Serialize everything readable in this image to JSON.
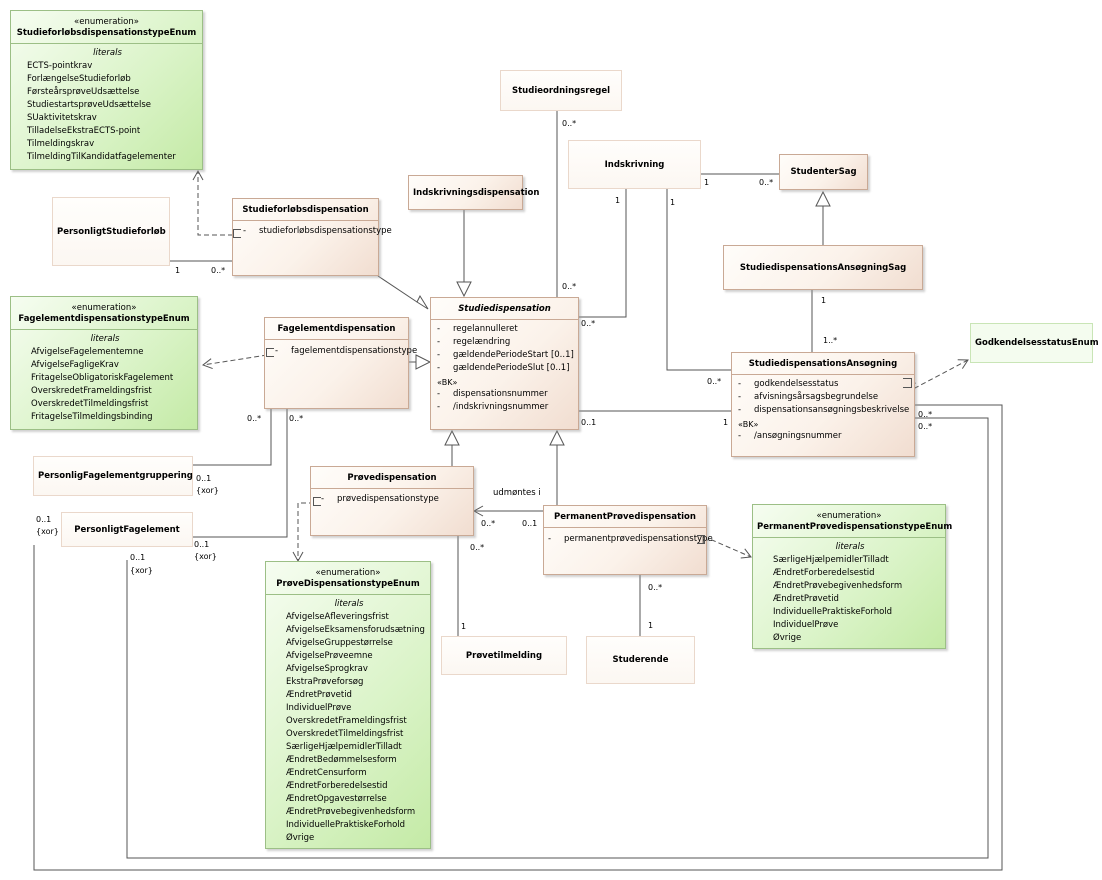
{
  "stereotypes": {
    "enumeration": "«enumeration»",
    "literals": "literals",
    "bk": "«BK»"
  },
  "classes": {
    "studieforloebsdispensationstype_enum": {
      "name": "StudieforløbsdispensationstypeEnum",
      "literals": [
        "ECTS-pointkrav",
        "ForlængelseStudieforløb",
        "FørsteårsprøveUdsættelse",
        "StudiestartsprøveUdsættelse",
        "SUaktivitetskrav",
        "TilladelseEkstraECTS-point",
        "Tilmeldingskrav",
        "TilmeldingTilKandidatfagelementer"
      ]
    },
    "personligt_studieforloeb": {
      "name": "PersonligtStudieforløb"
    },
    "studieforloebsdispensation": {
      "name": "Studieforløbsdispensation",
      "attributes": [
        {
          "vis": "-",
          "name": "studieforløbsdispensationstype"
        }
      ]
    },
    "indskrivningsdispensation": {
      "name": "Indskrivningsdispensation"
    },
    "studieordningsregel": {
      "name": "Studieordningsregel"
    },
    "indskrivning": {
      "name": "Indskrivning"
    },
    "studentersag": {
      "name": "StudenterSag"
    },
    "studiedispensationsansoegningsag": {
      "name": "StudiedispensationsAnsøgningSag"
    },
    "godkendelsesstatus_enum": {
      "name": "GodkendelsesstatusEnum"
    },
    "fagelementdispensationstype_enum": {
      "name": "FagelementdispensationstypeEnum",
      "literals": [
        "AfvigelseFagelementemne",
        "AfvigelseFagligeKrav",
        "FritagelseObligatoriskFagelement",
        "OverskredetFrameldingsfrist",
        "OverskredetTilmeldingsfrist",
        "FritagelseTilmeldingsbinding"
      ]
    },
    "fagelementdispensation": {
      "name": "Fagelementdispensation",
      "attributes": [
        {
          "vis": "-",
          "name": "fagelementdispensationstype"
        }
      ]
    },
    "studiedispensation": {
      "name": "Studiedispensation",
      "attributes": [
        {
          "vis": "-",
          "name": "regelannulleret"
        },
        {
          "vis": "-",
          "name": "regelændring"
        },
        {
          "vis": "-",
          "name": "gældendePeriodeStart [0..1]"
        },
        {
          "vis": "-",
          "name": "gældendePeriodeSlut [0..1]"
        }
      ],
      "bk_attributes": [
        {
          "vis": "-",
          "name": "dispensationsnummer"
        },
        {
          "vis": "-",
          "name": "/indskrivningsnummer"
        }
      ]
    },
    "studiedispensationsansoegning": {
      "name": "StudiedispensationsAnsøgning",
      "attributes": [
        {
          "vis": "-",
          "name": "godkendelsesstatus"
        },
        {
          "vis": "-",
          "name": "afvisningsårsagsbegrundelse"
        },
        {
          "vis": "-",
          "name": "dispensationsansøgningsbeskrivelse"
        }
      ],
      "bk_attributes": [
        {
          "vis": "-",
          "name": "/ansøgningsnummer"
        }
      ]
    },
    "personlig_fagelementgruppering": {
      "name": "PersonligFagelementgruppering"
    },
    "personligt_fagelement": {
      "name": "PersonligtFagelement"
    },
    "proevedispensation": {
      "name": "Prøvedispensation",
      "attributes": [
        {
          "vis": "-",
          "name": "prøvedispensationstype"
        }
      ]
    },
    "permanent_proevedispensation": {
      "name": "PermanentPrøvedispensation",
      "attributes": [
        {
          "vis": "-",
          "name": "permanentprøvedispensationstype"
        }
      ]
    },
    "permanent_proevedispensationstype_enum": {
      "name": "PermanentPrøvedispensationstypeEnum",
      "literals": [
        "SærligeHjælpemidlerTilladt",
        "ÆndretForberedelsestid",
        "ÆndretPrøvebegivenhedsform",
        "ÆndretPrøvetid",
        "IndividuellePraktiskeForhold",
        "IndividuelPrøve",
        "Øvrige"
      ]
    },
    "proevedispensationstype_enum": {
      "name": "PrøveDispensationstypeEnum",
      "literals": [
        "AfvigelseAfleveringsfrist",
        "AfvigelseEksamensforudsætning",
        "AfvigelseGruppestørrelse",
        "AfvigelsePrøveemne",
        "AfvigelseSprogkrav",
        "EkstraPrøveforsøg",
        "ÆndretPrøvetid",
        "IndividuelPrøve",
        "OverskredetFrameldingsfrist",
        "OverskredetTilmeldingsfrist",
        "SærligeHjælpemidlerTilladt",
        "ÆndretBedømmelsesform",
        "ÆndretCensurform",
        "ÆndretForberedelsestid",
        "ÆndretOpgavestørrelse",
        "ÆndretPrøvebegivenhedsform",
        "IndividuellePraktiskeForhold",
        "Øvrige"
      ]
    },
    "proevetilmelding": {
      "name": "Prøvetilmelding"
    },
    "studerende": {
      "name": "Studerende"
    }
  },
  "labels": {
    "m_stu_pers_1": "1",
    "m_stu_pers_0n": "0..*",
    "m_ordregel_0n": "0..*",
    "m_ordregel_sd_0n": "0..*",
    "m_indskr_1a": "1",
    "m_indskr_0n": "0..*",
    "m_indskr_sd_1": "1",
    "m_indskr_sd_0n": "0..*",
    "m_indskr_ans_1": "1",
    "m_indskr_ans_0n": "0..*",
    "m_sag_1": "1",
    "m_sag_1n": "1..*",
    "m_sd_ans_01": "0..1",
    "m_sd_ans_1": "1",
    "m_fag_0n_a": "0..*",
    "m_fag_0n_b": "0..*",
    "m_pfg_01": "0..1",
    "m_pfg_xor": "{xor}",
    "m_pf_01": "0..1",
    "m_pf_xor": "{xor}",
    "m_left_01": "0..1",
    "m_left_xor": "{xor}",
    "m_pf2_01": "0..1",
    "m_pf2_xor": "{xor}",
    "m_ans_0n_a": "0..*",
    "m_ans_0n_b": "0..*",
    "udmoentes": "udmøntes i",
    "m_prov_0n": "0..*",
    "m_perm_01": "0..1",
    "m_prov_til_0n": "0..*",
    "m_prov_til_1": "1",
    "m_perm_stud_0n": "0..*",
    "m_perm_stud_1": "1"
  }
}
